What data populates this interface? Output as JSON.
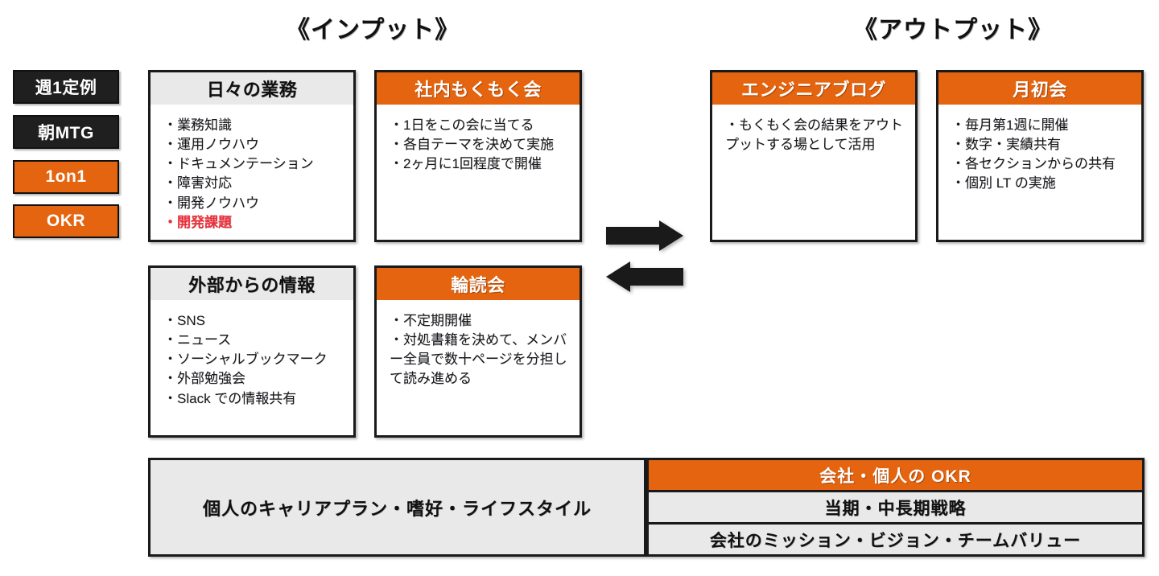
{
  "headings": {
    "input": "《インプット》",
    "output": "《アウトプット》"
  },
  "colors": {
    "accent_orange": "#E4640F",
    "dark": "#1F1F1F",
    "header_gray": "#E9E9E9",
    "alert_red": "#EC2F3A",
    "border": "#1A1A1A"
  },
  "meeting_chips": [
    {
      "label": "週1定例",
      "style": "dark"
    },
    {
      "label": "朝MTG",
      "style": "dark"
    },
    {
      "label": "1on1",
      "style": "orange"
    },
    {
      "label": "OKR",
      "style": "orange"
    }
  ],
  "cards": {
    "daily": {
      "title": "日々の業務",
      "header_style": "gray",
      "items": [
        {
          "text": "・業務知識",
          "highlight": false
        },
        {
          "text": "・運用ノウハウ",
          "highlight": false
        },
        {
          "text": "・ドキュメンテーション",
          "highlight": false
        },
        {
          "text": "・障害対応",
          "highlight": false
        },
        {
          "text": "・開発ノウハウ",
          "highlight": false
        },
        {
          "text": "・開発課題",
          "highlight": true
        }
      ]
    },
    "mokumoku": {
      "title": "社内もくもく会",
      "header_style": "orange",
      "items": [
        {
          "text": "・1日をこの会に当てる",
          "highlight": false
        },
        {
          "text": "・各自テーマを決めて実施",
          "highlight": false
        },
        {
          "text": "・2ヶ月に1回程度で開催",
          "highlight": false
        }
      ]
    },
    "external": {
      "title": "外部からの情報",
      "header_style": "gray",
      "items": [
        {
          "text": "・SNS",
          "highlight": false
        },
        {
          "text": "・ニュース",
          "highlight": false
        },
        {
          "text": "・ソーシャルブックマーク",
          "highlight": false
        },
        {
          "text": "・外部勉強会",
          "highlight": false
        },
        {
          "text": "・Slack での情報共有",
          "highlight": false
        }
      ]
    },
    "rindoku": {
      "title": "輪読会",
      "header_style": "orange",
      "items": [
        {
          "text": "・不定期開催",
          "highlight": false
        },
        {
          "text": "・対処書籍を決めて、メンバー全員で数十ページを分担して読み進める",
          "highlight": false
        }
      ]
    },
    "blog": {
      "title": "エンジニアブログ",
      "header_style": "orange",
      "items": [
        {
          "text": "・もくもく会の結果をアウトプットする場として活用",
          "highlight": false
        }
      ]
    },
    "monthly": {
      "title": "月初会",
      "header_style": "orange",
      "items": [
        {
          "text": "・毎月第1週に開催",
          "highlight": false
        },
        {
          "text": "・数字・実績共有",
          "highlight": false
        },
        {
          "text": "・各セクションからの共有",
          "highlight": false
        },
        {
          "text": "・個別 LT の実施",
          "highlight": false
        }
      ]
    }
  },
  "arrows": [
    {
      "name": "input-to-output",
      "direction": "right"
    },
    {
      "name": "output-to-input",
      "direction": "left"
    }
  ],
  "foundation": {
    "left_label": "個人のキャリアプラン・嗜好・ライフスタイル",
    "rows": [
      {
        "label": "会社・個人の OKR",
        "style": "orange"
      },
      {
        "label": "当期・中長期戦略",
        "style": "gray"
      },
      {
        "label": "会社のミッション・ビジョン・チームバリュー",
        "style": "gray"
      }
    ]
  }
}
